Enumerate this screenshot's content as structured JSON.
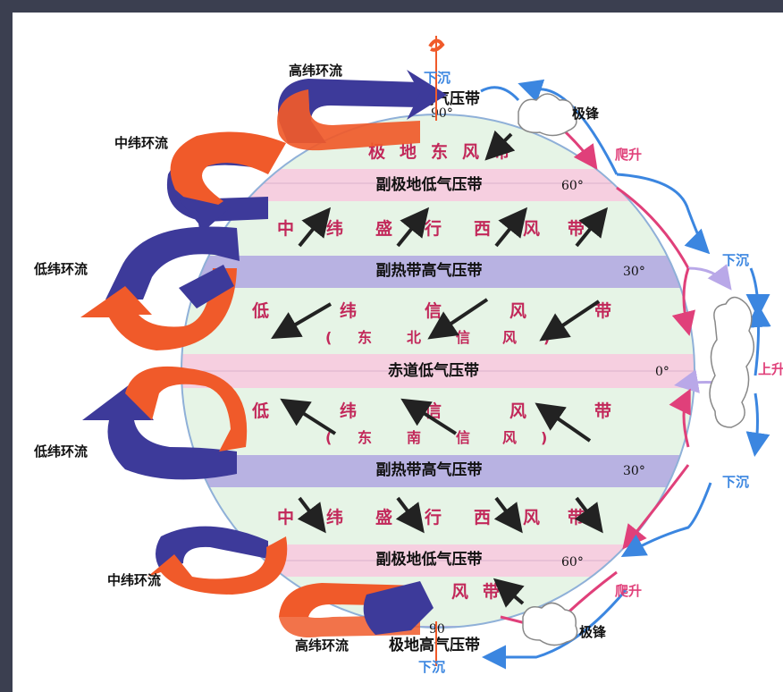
{
  "colors": {
    "frame": "#3b3f50",
    "background": "#ffffff",
    "globe": "#e6f4e6",
    "high_band": "#b8b2e2",
    "low_band": "#f6cfe0",
    "red_cell": "#f05a2a",
    "blue_cell": "#3d3a9a",
    "zone_text": "#c2285a",
    "band_text": "#111111",
    "flow_blue": "#3b86e0",
    "flow_pink": "#e0407a"
  },
  "bands": {
    "polar_high_n": "极地高气压带",
    "subpolar_low_n": "副极地低气压带",
    "subtropical_high_n": "副热带高气压带",
    "equatorial_low": "赤道低气压带",
    "subtropical_high_s": "副热带高气压带",
    "subpolar_low_s": "副极地低气压带",
    "polar_high_s": "极地高气压带"
  },
  "zones": {
    "polar_east_n": [
      "极",
      "地",
      "东",
      "风",
      "带"
    ],
    "westerlies_n": [
      "中",
      "纬",
      "盛",
      "行",
      "西",
      "风",
      "带"
    ],
    "ne_trades": [
      "低",
      "纬",
      "信",
      "风",
      "带"
    ],
    "ne_trades_sub": [
      "(",
      "东",
      "北",
      "信",
      "风",
      ")"
    ],
    "se_trades": [
      "低",
      "纬",
      "信",
      "风",
      "带"
    ],
    "se_trades_sub": [
      "(",
      "东",
      "南",
      "信",
      "风",
      ")"
    ],
    "westerlies_s": [
      "中",
      "纬",
      "盛",
      "行",
      "西",
      "风",
      "带"
    ],
    "polar_east_s": [
      "风",
      "带"
    ]
  },
  "latitudes": {
    "n90": "90°",
    "n60": "60°",
    "n30": "30°",
    "eq": "0°",
    "s30": "30°",
    "s60": "60°",
    "s90": "90"
  },
  "cells": {
    "high_n": "高纬环流",
    "mid_n": "中纬环流",
    "low_n": "低纬环流",
    "low_s": "低纬环流",
    "mid_s": "中纬环流",
    "high_s": "高纬环流"
  },
  "vertical": {
    "sink_top": "下沉",
    "sink_bottom": "下沉",
    "sink_n30": "下沉",
    "sink_s30": "下沉",
    "rise_eq": "上升",
    "climb_n": "爬升",
    "climb_s": "爬升"
  },
  "fronts": {
    "polar_front_n": "极锋",
    "polar_front_s": "极锋"
  }
}
